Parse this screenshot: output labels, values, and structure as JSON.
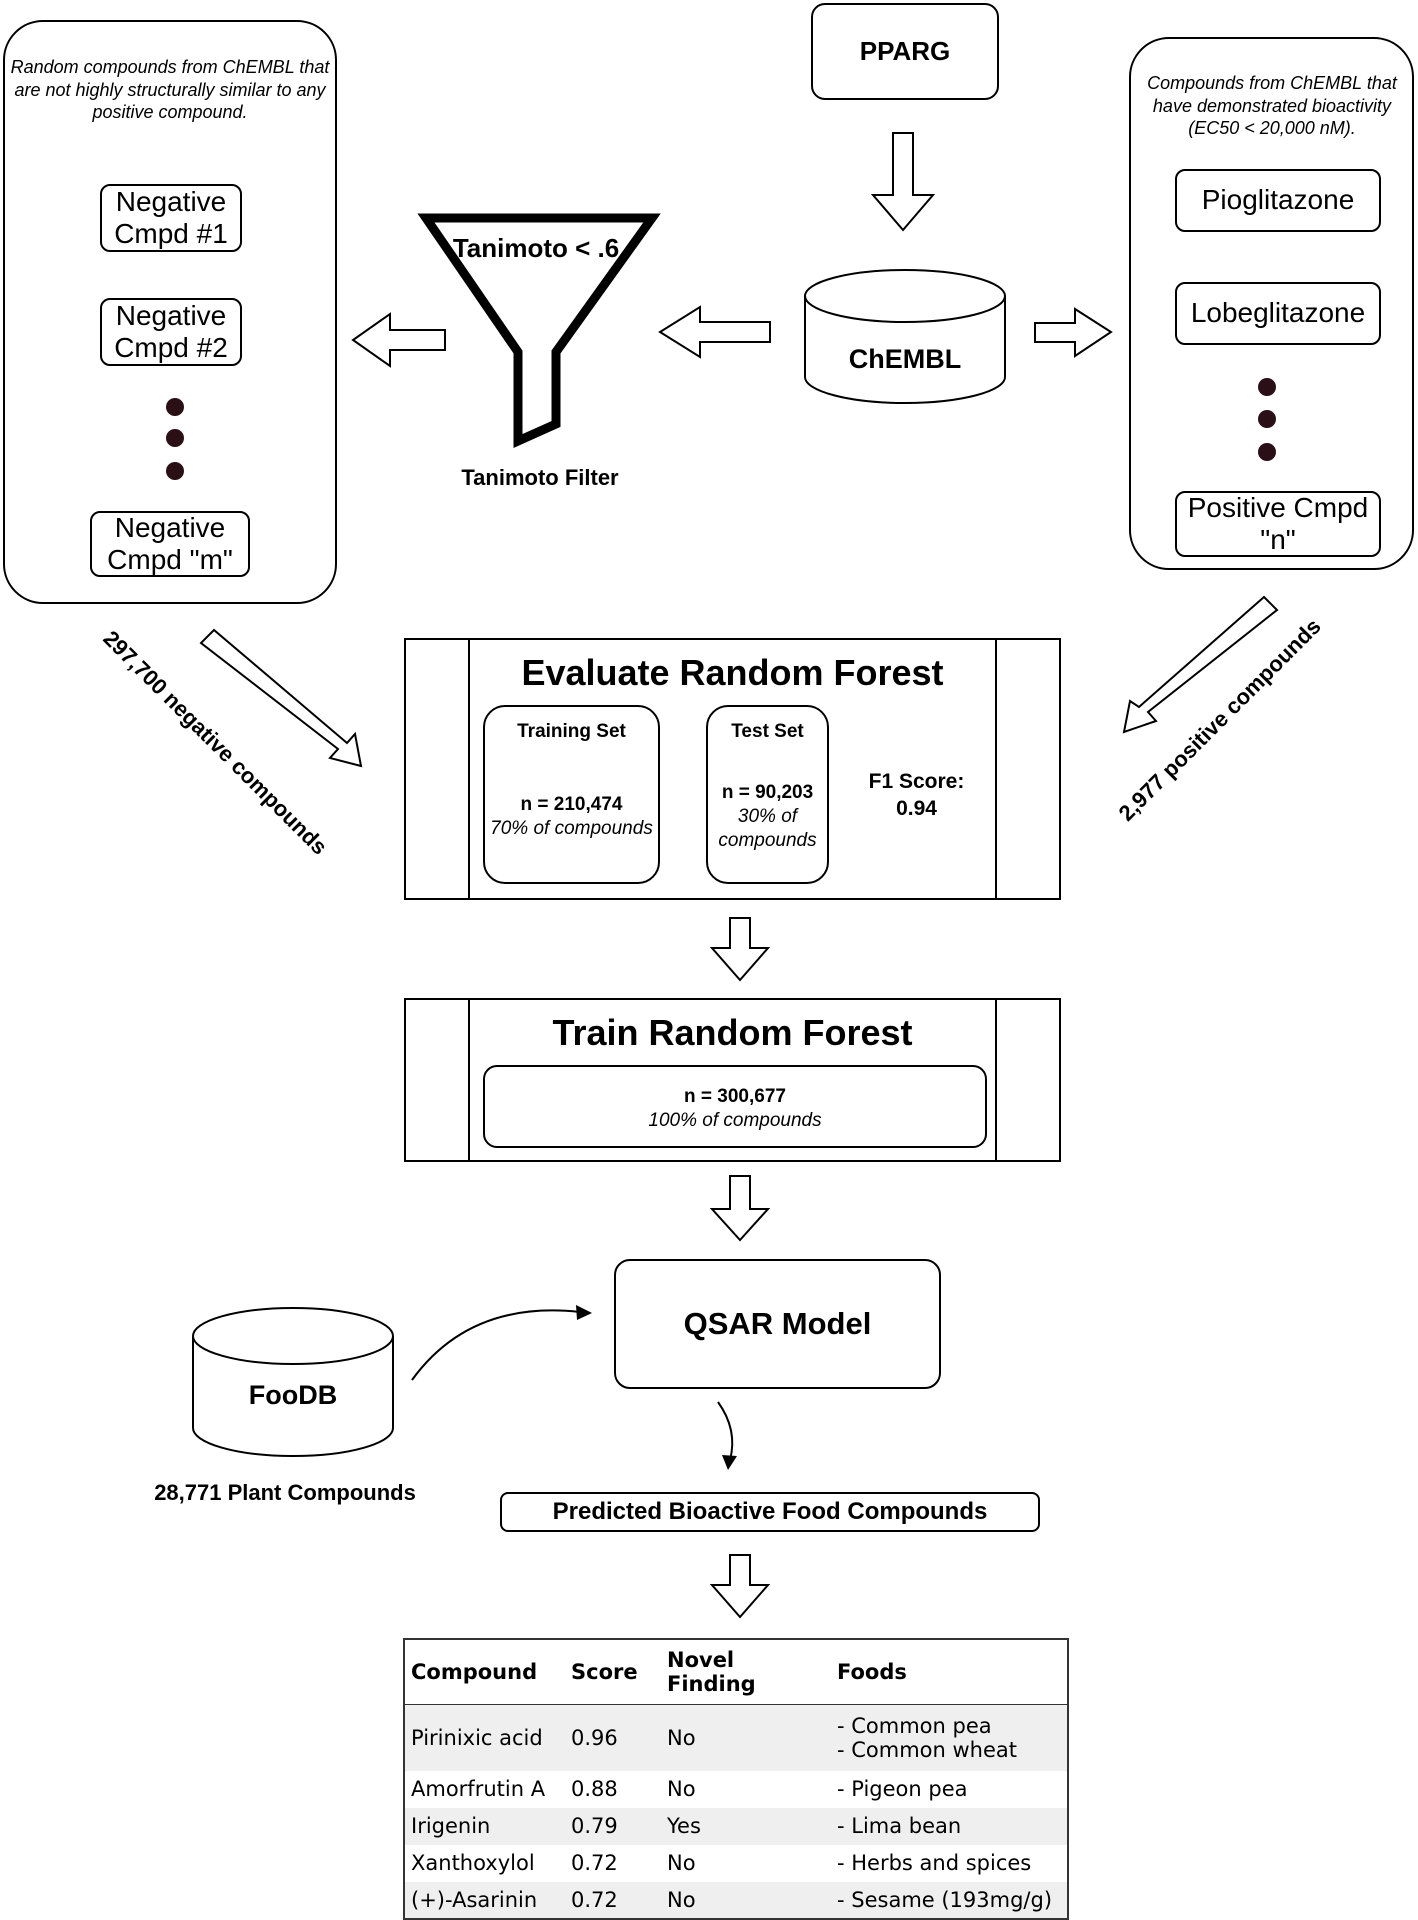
{
  "negatives": {
    "description": "Random compounds from ChEMBL that are not highly structurally similar to any positive compound.",
    "items": [
      "Negative Cmpd #1",
      "Negative Cmpd #2",
      "Negative Cmpd \"m\""
    ],
    "count_label": "297,700 negative compounds"
  },
  "positives": {
    "description": "Compounds from ChEMBL that have demonstrated bioactivity (EC50 < 20,000 nM).",
    "items": [
      "Pioglitazone",
      "Lobeglitazone",
      "Positive Cmpd \"n\""
    ],
    "count_label": "2,977 positive compounds"
  },
  "target": {
    "label": "PPARG"
  },
  "chembl": {
    "label": "ChEMBL"
  },
  "filter": {
    "funnel_text": "Tanimoto < .6",
    "caption": "Tanimoto Filter"
  },
  "evaluate": {
    "title": "Evaluate Random Forest",
    "training": {
      "heading": "Training Set",
      "n": "n = 210,474",
      "pct": "70% of compounds"
    },
    "test": {
      "heading": "Test Set",
      "n": "n = 90,203",
      "pct1": "30% of",
      "pct2": "compounds"
    },
    "f1": {
      "label": "F1 Score:",
      "value": "0.94"
    }
  },
  "train": {
    "title": "Train Random Forest",
    "n": "n = 300,677",
    "pct": "100% of compounds"
  },
  "qsar": {
    "label": "QSAR Model"
  },
  "foodb": {
    "label": "FooDB",
    "caption": "28,771 Plant Compounds"
  },
  "predicted": {
    "label": "Predicted Bioactive Food Compounds"
  },
  "results": {
    "headers": [
      "Compound",
      "Score",
      "Novel Finding",
      "Foods"
    ],
    "rows": [
      {
        "compound": "Pirinixic acid",
        "score": "0.96",
        "novel": "No",
        "foods": [
          "- Common pea",
          "- Common wheat"
        ]
      },
      {
        "compound": "Amorfrutin A",
        "score": "0.88",
        "novel": "No",
        "foods": [
          "- Pigeon pea"
        ]
      },
      {
        "compound": "Irigenin",
        "score": "0.79",
        "novel": "Yes",
        "foods": [
          "- Lima bean"
        ]
      },
      {
        "compound": "Xanthoxylol",
        "score": "0.72",
        "novel": "No",
        "foods": [
          "- Herbs and spices"
        ]
      },
      {
        "compound": "(+)-Asarinin",
        "score": "0.72",
        "novel": "No",
        "foods": [
          "- Sesame (193mg/g)"
        ]
      }
    ]
  }
}
